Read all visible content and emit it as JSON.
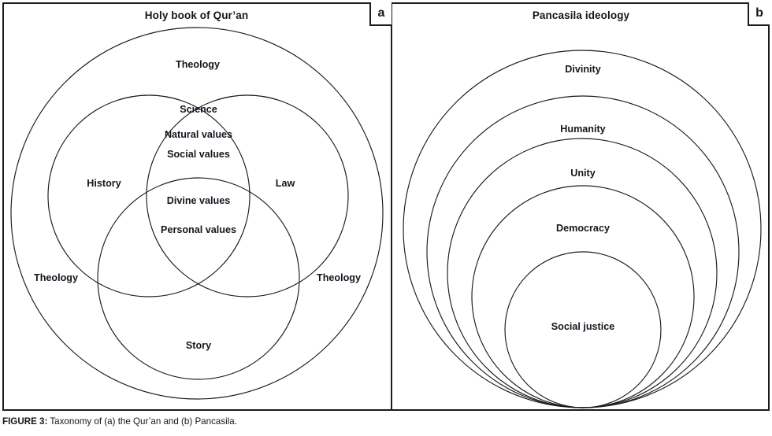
{
  "figure": {
    "caption_label": "FIGURE 3:",
    "caption_text": " Taxonomy of (a) the Qur’an and (b) Pancasila.",
    "stroke_color": "#1b1b1b",
    "text_color": "#15151f",
    "background": "#ffffff"
  },
  "panel_a": {
    "letter": "a",
    "title": "Holy book of Qur’an",
    "labels": {
      "outer_top": "Theology",
      "intersection_1": "Science",
      "intersection_2": "Natural values",
      "intersection_3": "Social values",
      "left_circle": "History",
      "right_circle": "Law",
      "center_1": "Divine values",
      "center_2": "Personal values",
      "outer_left": "Theology",
      "outer_right": "Theology",
      "bottom_circle": "Story"
    }
  },
  "panel_b": {
    "letter": "b",
    "title": "Pancasila ideology",
    "rings": [
      {
        "label": "Divinity"
      },
      {
        "label": "Humanity"
      },
      {
        "label": "Unity"
      },
      {
        "label": "Democracy"
      },
      {
        "label": "Social justice"
      }
    ]
  }
}
